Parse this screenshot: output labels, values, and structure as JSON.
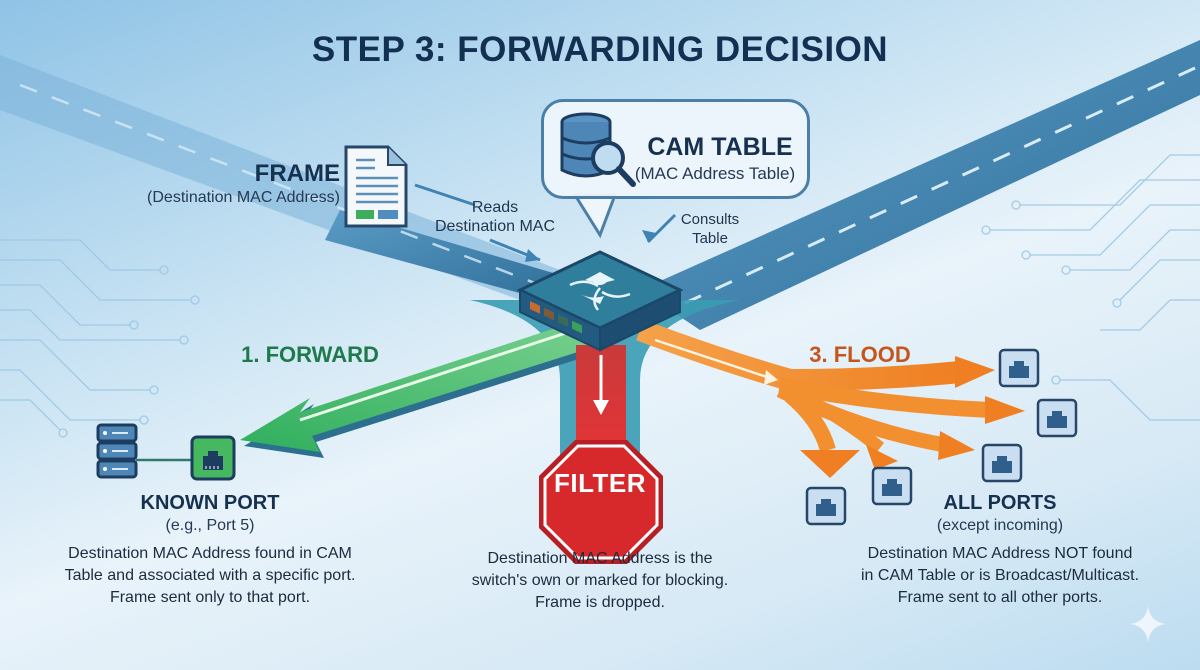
{
  "header": {
    "title": "STEP 3: FORWARDING DECISION"
  },
  "frame": {
    "title": "FRAME",
    "subtitle": "(Destination MAC Address)",
    "icon": "document-icon"
  },
  "cam_table": {
    "title": "CAM TABLE",
    "subtitle": "(MAC Address Table)",
    "icon": "database-search-icon"
  },
  "annotations": {
    "reads": [
      "Reads",
      "Destination MAC"
    ],
    "consults": [
      "Consults",
      "Table"
    ]
  },
  "switch": {
    "icon": "network-switch-icon",
    "port_count": 4
  },
  "forward": {
    "label": "1. FORWARD",
    "title": "KNOWN PORT",
    "subtitle": "(e.g., Port 5)",
    "description": [
      "Destination MAC Address found in CAM",
      "Table and associated with a specific port.",
      "Frame sent only to that port."
    ],
    "color": "#3dbb6a"
  },
  "filter": {
    "label": "FILTER",
    "description": [
      "Destination MAC Address is the",
      "switch's own or marked for blocking.",
      "Frame is dropped."
    ],
    "color": "#d7262a"
  },
  "flood": {
    "label": "3. FLOOD",
    "title": "ALL PORTS",
    "subtitle": "(except incoming)",
    "description": [
      "Destination MAC Address NOT found",
      "in CAM Table or is Broadcast/Multicast.",
      "Frame sent to all other ports."
    ],
    "color": "#f08a2a",
    "port_count": 5
  },
  "colors": {
    "title": "#132f52",
    "road": "#3f7fa8",
    "accent_blue": "#4b7fa8"
  }
}
